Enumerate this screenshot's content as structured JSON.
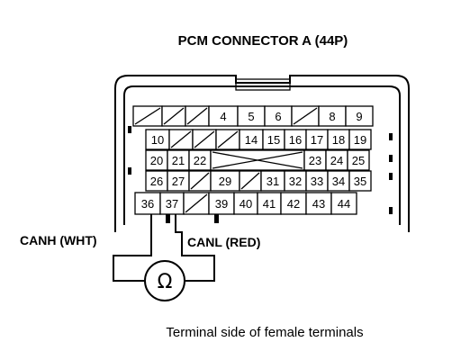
{
  "title": "PCM CONNECTOR A (44P)",
  "caption": "Terminal side of female terminals",
  "probes": {
    "left": "CANH (WHT)",
    "right": "CANL (RED)",
    "meter_symbol": "Ω",
    "meter_icon": "ohmmeter-icon"
  },
  "connector": {
    "rows": [
      {
        "cells": [
          {
            "pin": "",
            "blank": true
          },
          {
            "pin": "",
            "blank": true
          },
          {
            "pin": "",
            "blank": true
          },
          {
            "pin": "4"
          },
          {
            "pin": "5"
          },
          {
            "pin": "6"
          },
          {
            "pin": "",
            "blank": true
          },
          {
            "pin": "8"
          },
          {
            "pin": "9"
          }
        ]
      },
      {
        "cells": [
          {
            "pin": "10"
          },
          {
            "pin": "",
            "blank": true
          },
          {
            "pin": "",
            "blank": true
          },
          {
            "pin": "",
            "blank": true
          },
          {
            "pin": "14"
          },
          {
            "pin": "15"
          },
          {
            "pin": "16"
          },
          {
            "pin": "17"
          },
          {
            "pin": "18"
          },
          {
            "pin": "19"
          }
        ]
      },
      {
        "cells": [
          {
            "pin": "20"
          },
          {
            "pin": "21"
          },
          {
            "pin": "22"
          },
          {
            "pin": "",
            "cross": true
          },
          {
            "pin": "23"
          },
          {
            "pin": "24"
          },
          {
            "pin": "25"
          }
        ]
      },
      {
        "cells": [
          {
            "pin": "26"
          },
          {
            "pin": "27"
          },
          {
            "pin": "",
            "blank": true
          },
          {
            "pin": "29"
          },
          {
            "pin": "",
            "blank": true
          },
          {
            "pin": "31"
          },
          {
            "pin": "32"
          },
          {
            "pin": "33"
          },
          {
            "pin": "34"
          },
          {
            "pin": "35"
          }
        ]
      },
      {
        "cells": [
          {
            "pin": "36"
          },
          {
            "pin": "37"
          },
          {
            "pin": "",
            "blank": true
          },
          {
            "pin": "39"
          },
          {
            "pin": "40"
          },
          {
            "pin": "41"
          },
          {
            "pin": "42"
          },
          {
            "pin": "43"
          },
          {
            "pin": "44"
          }
        ]
      }
    ]
  }
}
